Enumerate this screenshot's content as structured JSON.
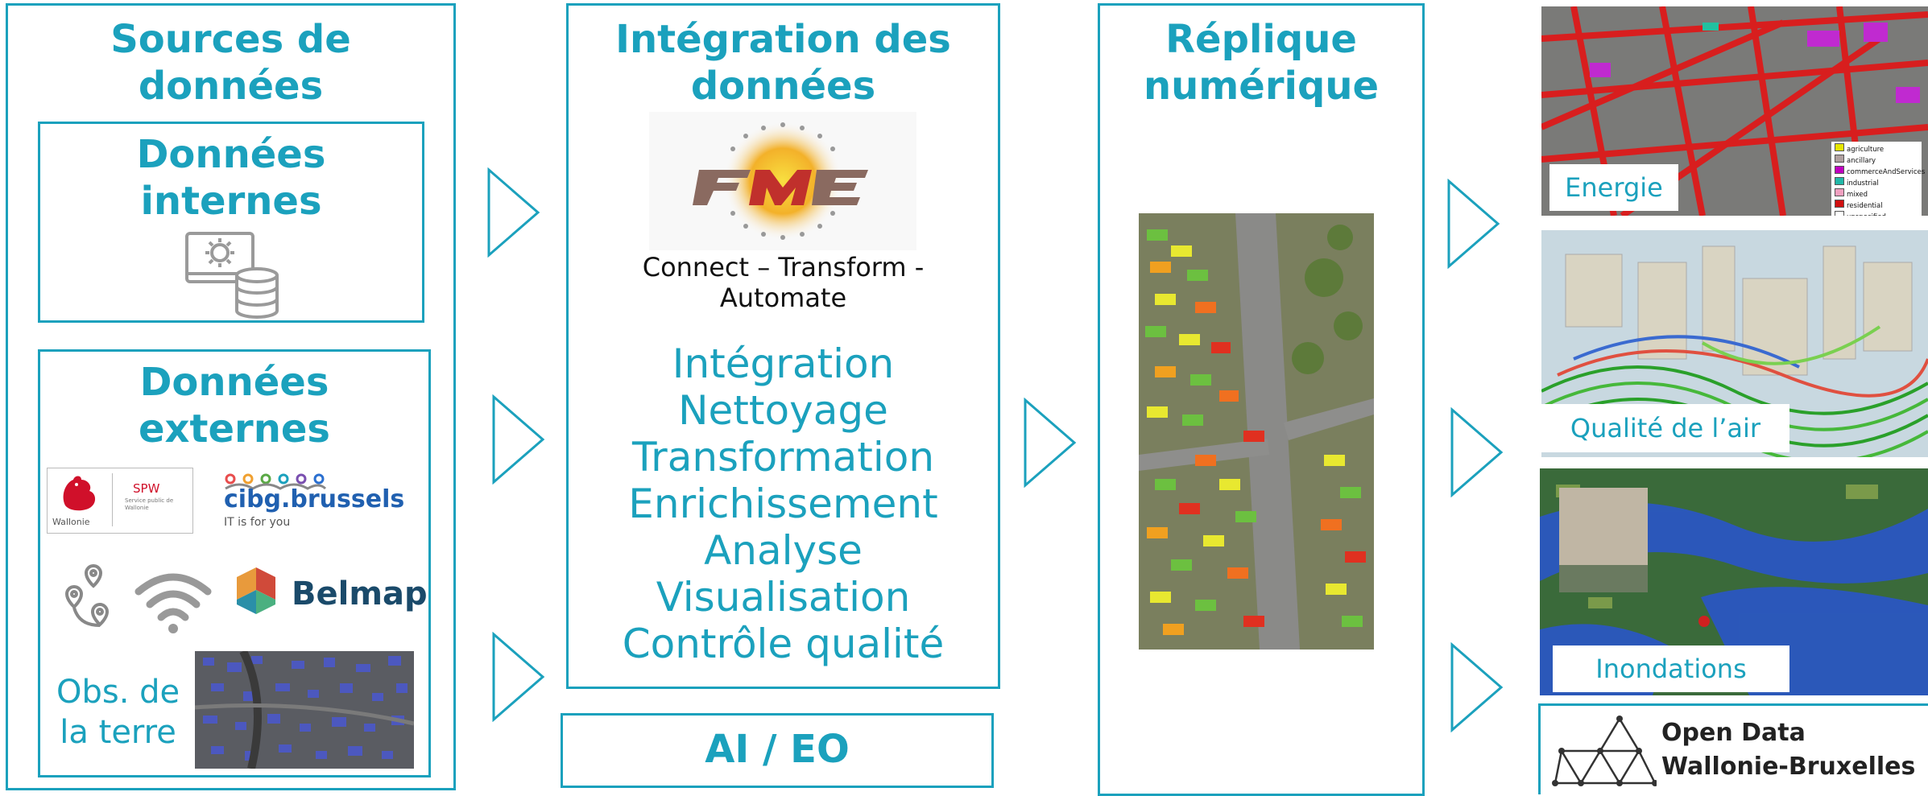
{
  "sources": {
    "title": "Sources de données",
    "internal": {
      "title": "Données internes"
    },
    "external": {
      "title": "Données externes",
      "logos": {
        "wallonie": "Wallonie",
        "spw": "SPW",
        "spw_sub": "Service public de Wallonie",
        "cibg": "cibg.brussels",
        "cibg_tag": "IT is for you",
        "belmap": "Belmap"
      },
      "eo_label_line1": "Obs. de",
      "eo_label_line2": "la terre"
    }
  },
  "integration": {
    "title": "Intégration des données",
    "fme_logo": "FME",
    "tagline": "Connect – Transform - Automate",
    "steps": [
      "Intégration",
      "Nettoyage",
      "Transformation",
      "Enrichissement",
      "Analyse",
      "Visualisation",
      "Contrôle qualité"
    ],
    "ai_box": "AI / EO"
  },
  "replica": {
    "title": "Réplique numérique"
  },
  "outputs": {
    "energy": {
      "caption": "Energie",
      "legend": [
        "agriculture",
        "ancillary",
        "commerceAndServices",
        "industrial",
        "mixed",
        "residential",
        "unspecified"
      ],
      "legend_colors": [
        "#e6e600",
        "#b0a0a0",
        "#c000c0",
        "#22b8a8",
        "#f0a0c0",
        "#d01010",
        "#ffffff"
      ]
    },
    "air": {
      "caption": "Qualité de l’air"
    },
    "flood": {
      "caption": "Inondations"
    },
    "opendata": {
      "line1": "Open Data",
      "line2": "Wallonie-Bruxelles"
    }
  },
  "colors": {
    "accent": "#1ba1bd"
  }
}
